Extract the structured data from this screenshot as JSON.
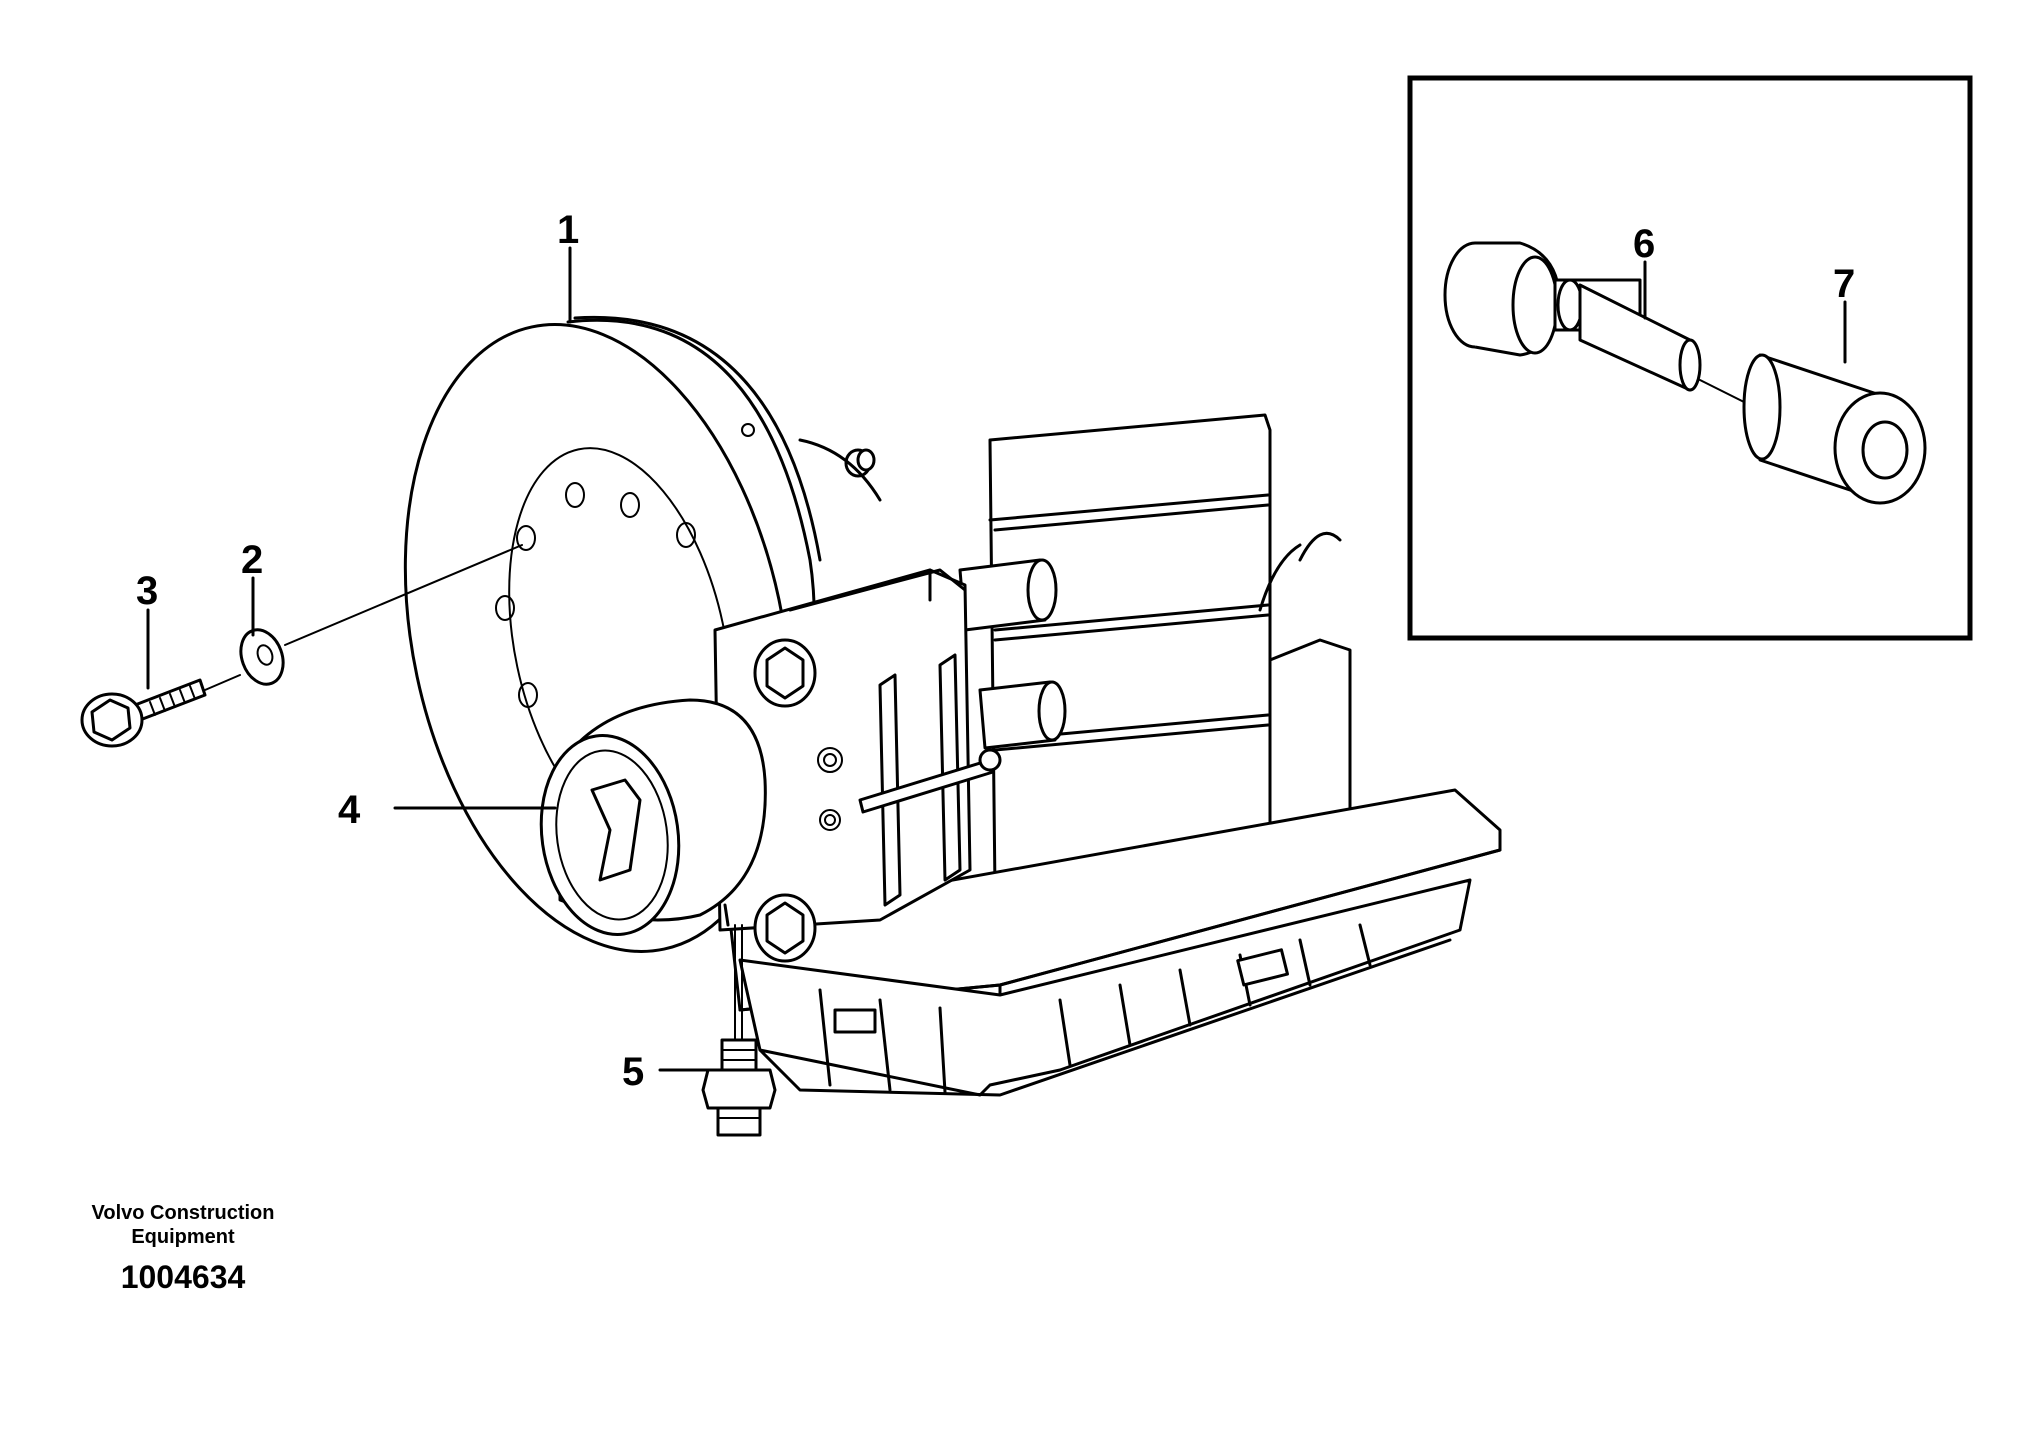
{
  "callouts": {
    "c1": "1",
    "c2": "2",
    "c3": "3",
    "c4": "4",
    "c5": "5",
    "c6": "6",
    "c7": "7"
  },
  "caption": {
    "line1": "Volvo Construction",
    "line2": "Equipment",
    "number": "1004634"
  }
}
